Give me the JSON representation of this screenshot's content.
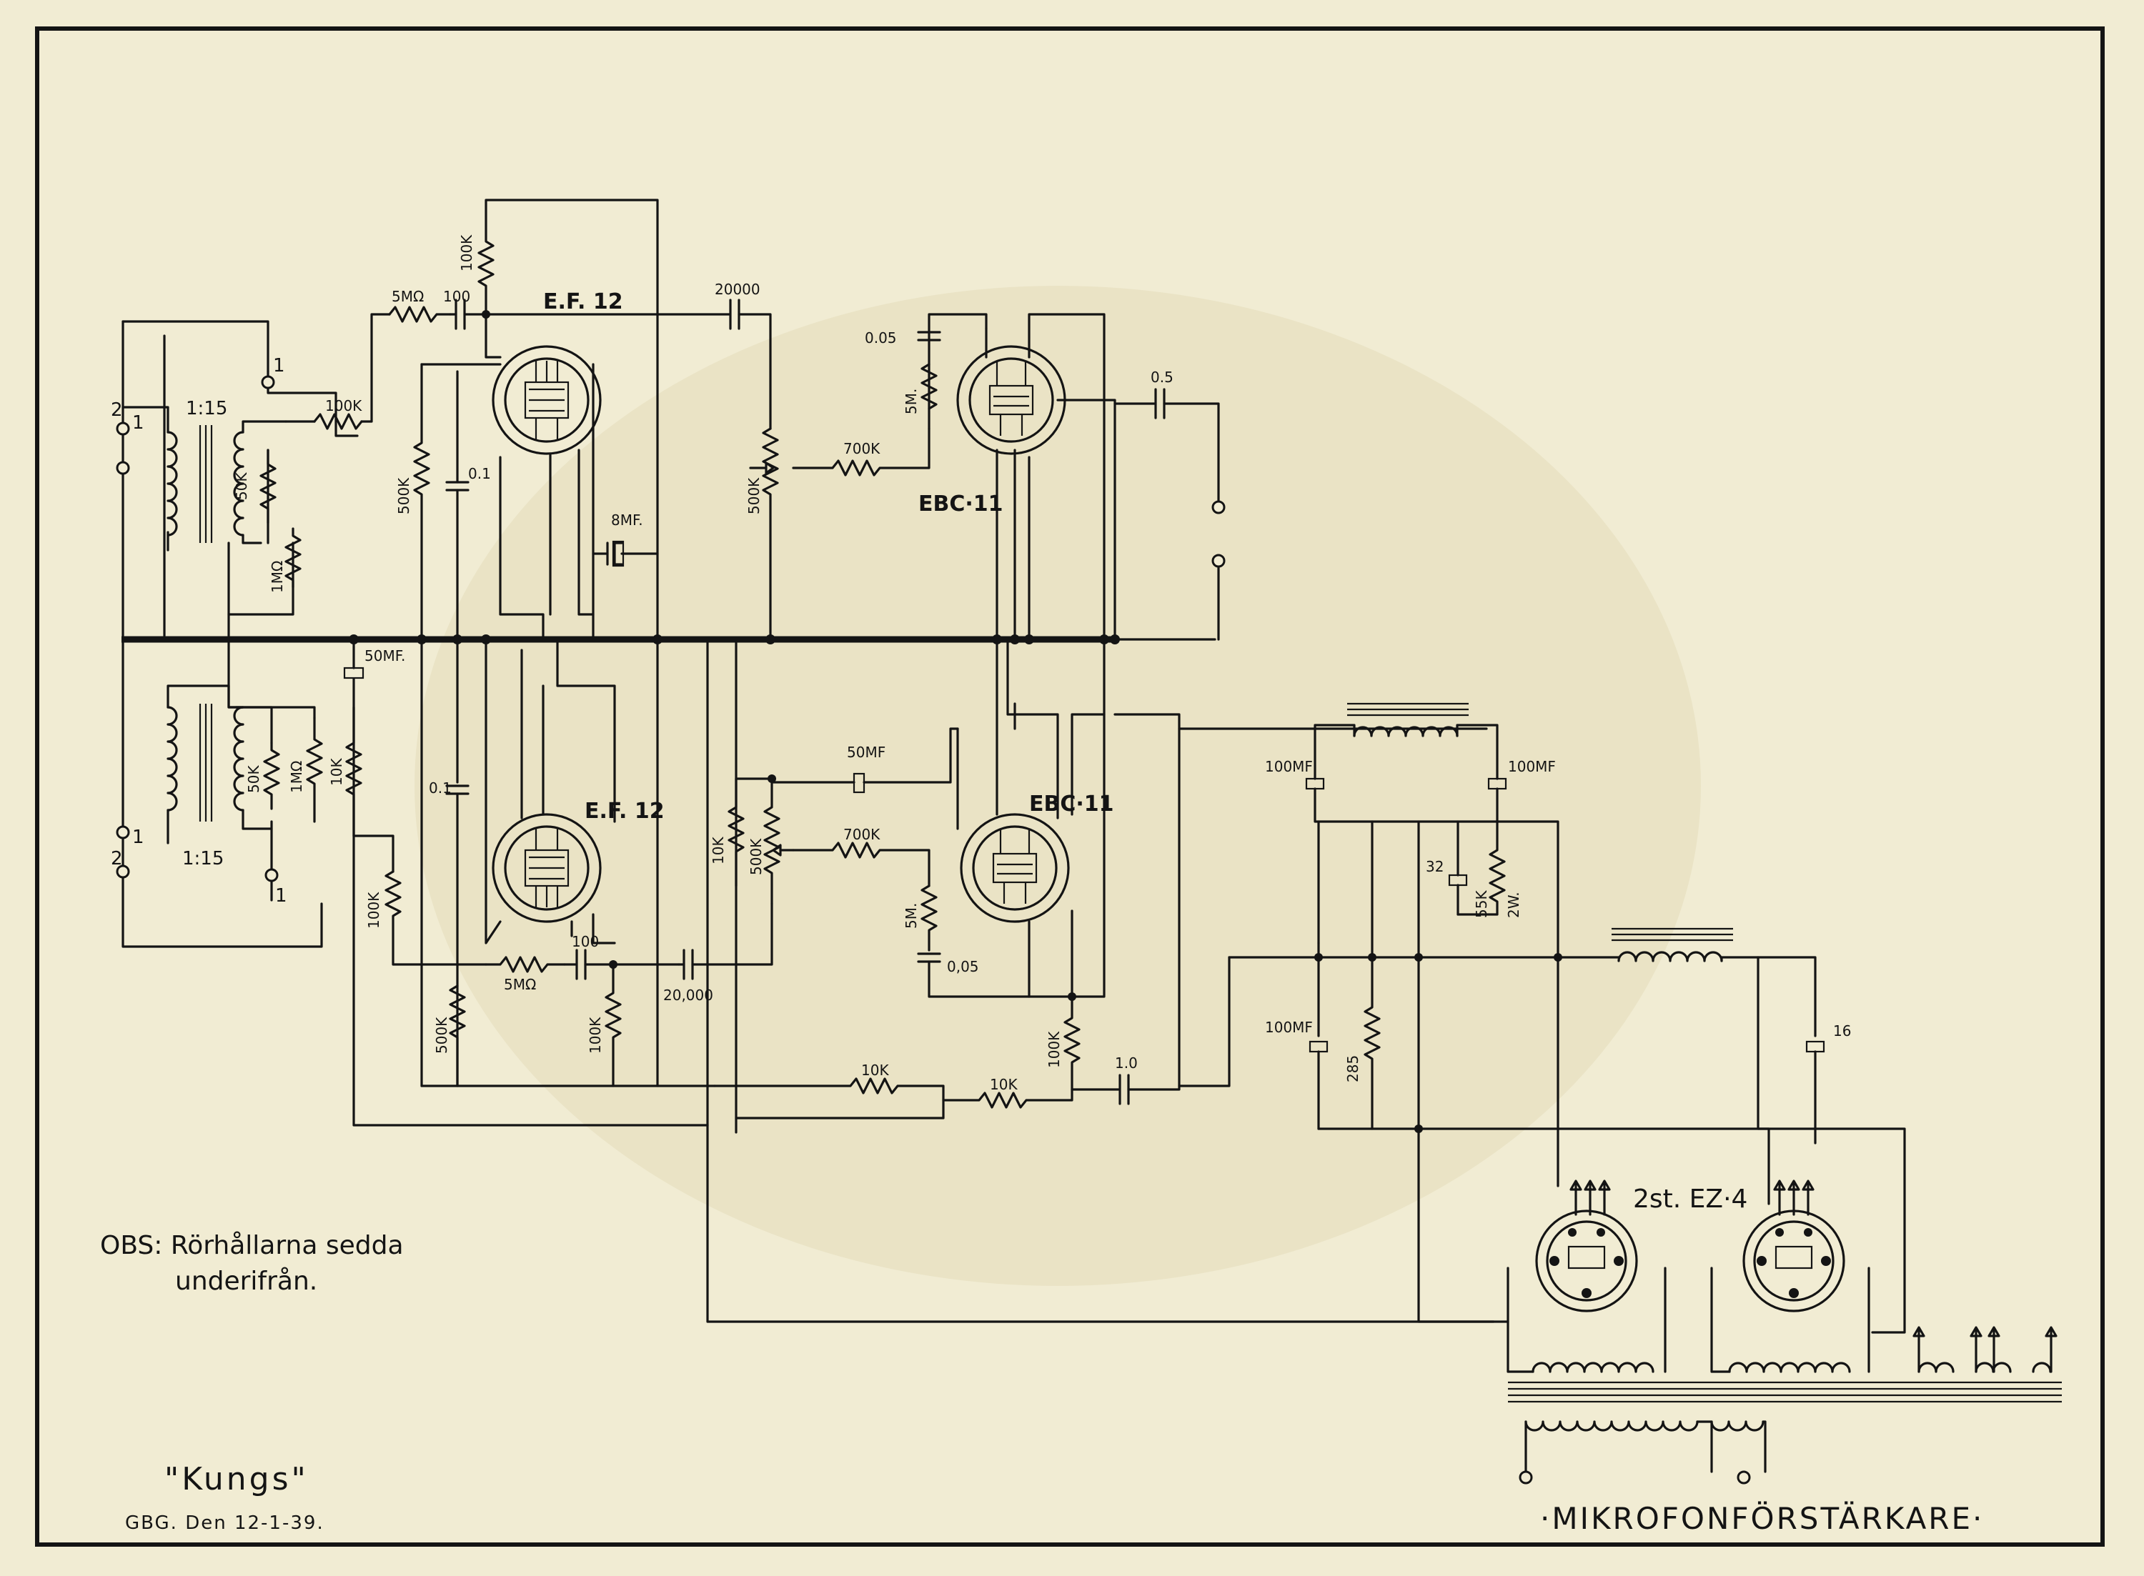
{
  "title": "·MIKROFONFÖRSTÄRKARE·",
  "signature": {
    "name": "\"Kungs\"",
    "date": "GBG. Den 12-1-39."
  },
  "note": {
    "line1": "OBS: Rörhållarna sedda",
    "line2": "underifrån."
  },
  "tubes": {
    "ef12_top": "E.F. 12",
    "ef12_bottom": "E.F. 12",
    "ebc11_top": "EBC·11",
    "ebc11_bottom": "EBC·11",
    "rectifiers": "2st. EZ·4"
  },
  "transformers": {
    "ratio_top": "1:15",
    "ratio_bottom": "1:15"
  },
  "terminals": {
    "t_2_top": "2",
    "t_1_top_left": "1",
    "t_1_top_right": "1",
    "t_1_bottom_left": "1",
    "t_2_bottom": "2",
    "t_1_bottom_right": "1"
  },
  "components": {
    "r_100k_input_top": "100K",
    "r_50k_top": "50K",
    "r_1m_top": "1MΩ",
    "r_5m_grid_top": "5MΩ",
    "c_100_top": "100",
    "r_100k_plate_top": "100K",
    "r_500k_top": "500K",
    "c_01_top": "0.1",
    "c_8mf": "8MF.",
    "c_20000_top": "20000",
    "pot_500k_top": "500K",
    "r_700k_top": "700K",
    "c_005_top": "0.05",
    "r_5m_top_ebc": "5M.",
    "c_05_output": "0.5",
    "c_50mf_left": "50MF.",
    "r_50k_bottom": "50K",
    "r_1m_bottom": "1MΩ",
    "r_10k_left": "10K",
    "r_100k_input_bottom": "100K",
    "c_01_bottom": "0.1",
    "r_5m_grid_bottom": "5MΩ",
    "c_100_bottom": "100",
    "r_500k_bottom": "500K",
    "r_100k_plate_bottom": "100K",
    "c_20000_bottom": "20,000",
    "r_10k_mid": "10K",
    "pot_500k_bottom": "500K",
    "c_50mf_mid": "50MF",
    "r_700k_bottom": "700K",
    "r_5m_bottom_ebc": "5M.",
    "c_005_bottom": "0,05",
    "r_100k_ebc_bottom": "100K",
    "r_10k_a": "10K",
    "r_10k_b": "10K",
    "c_10": "1.0",
    "c_100mf_a": "100MF",
    "c_100mf_b": "100MF",
    "c_32": "32",
    "r_55k": "55K",
    "r_55k_w": "2W.",
    "c_100mf_c": "100MF",
    "r_285": "285",
    "c_16": "16"
  }
}
